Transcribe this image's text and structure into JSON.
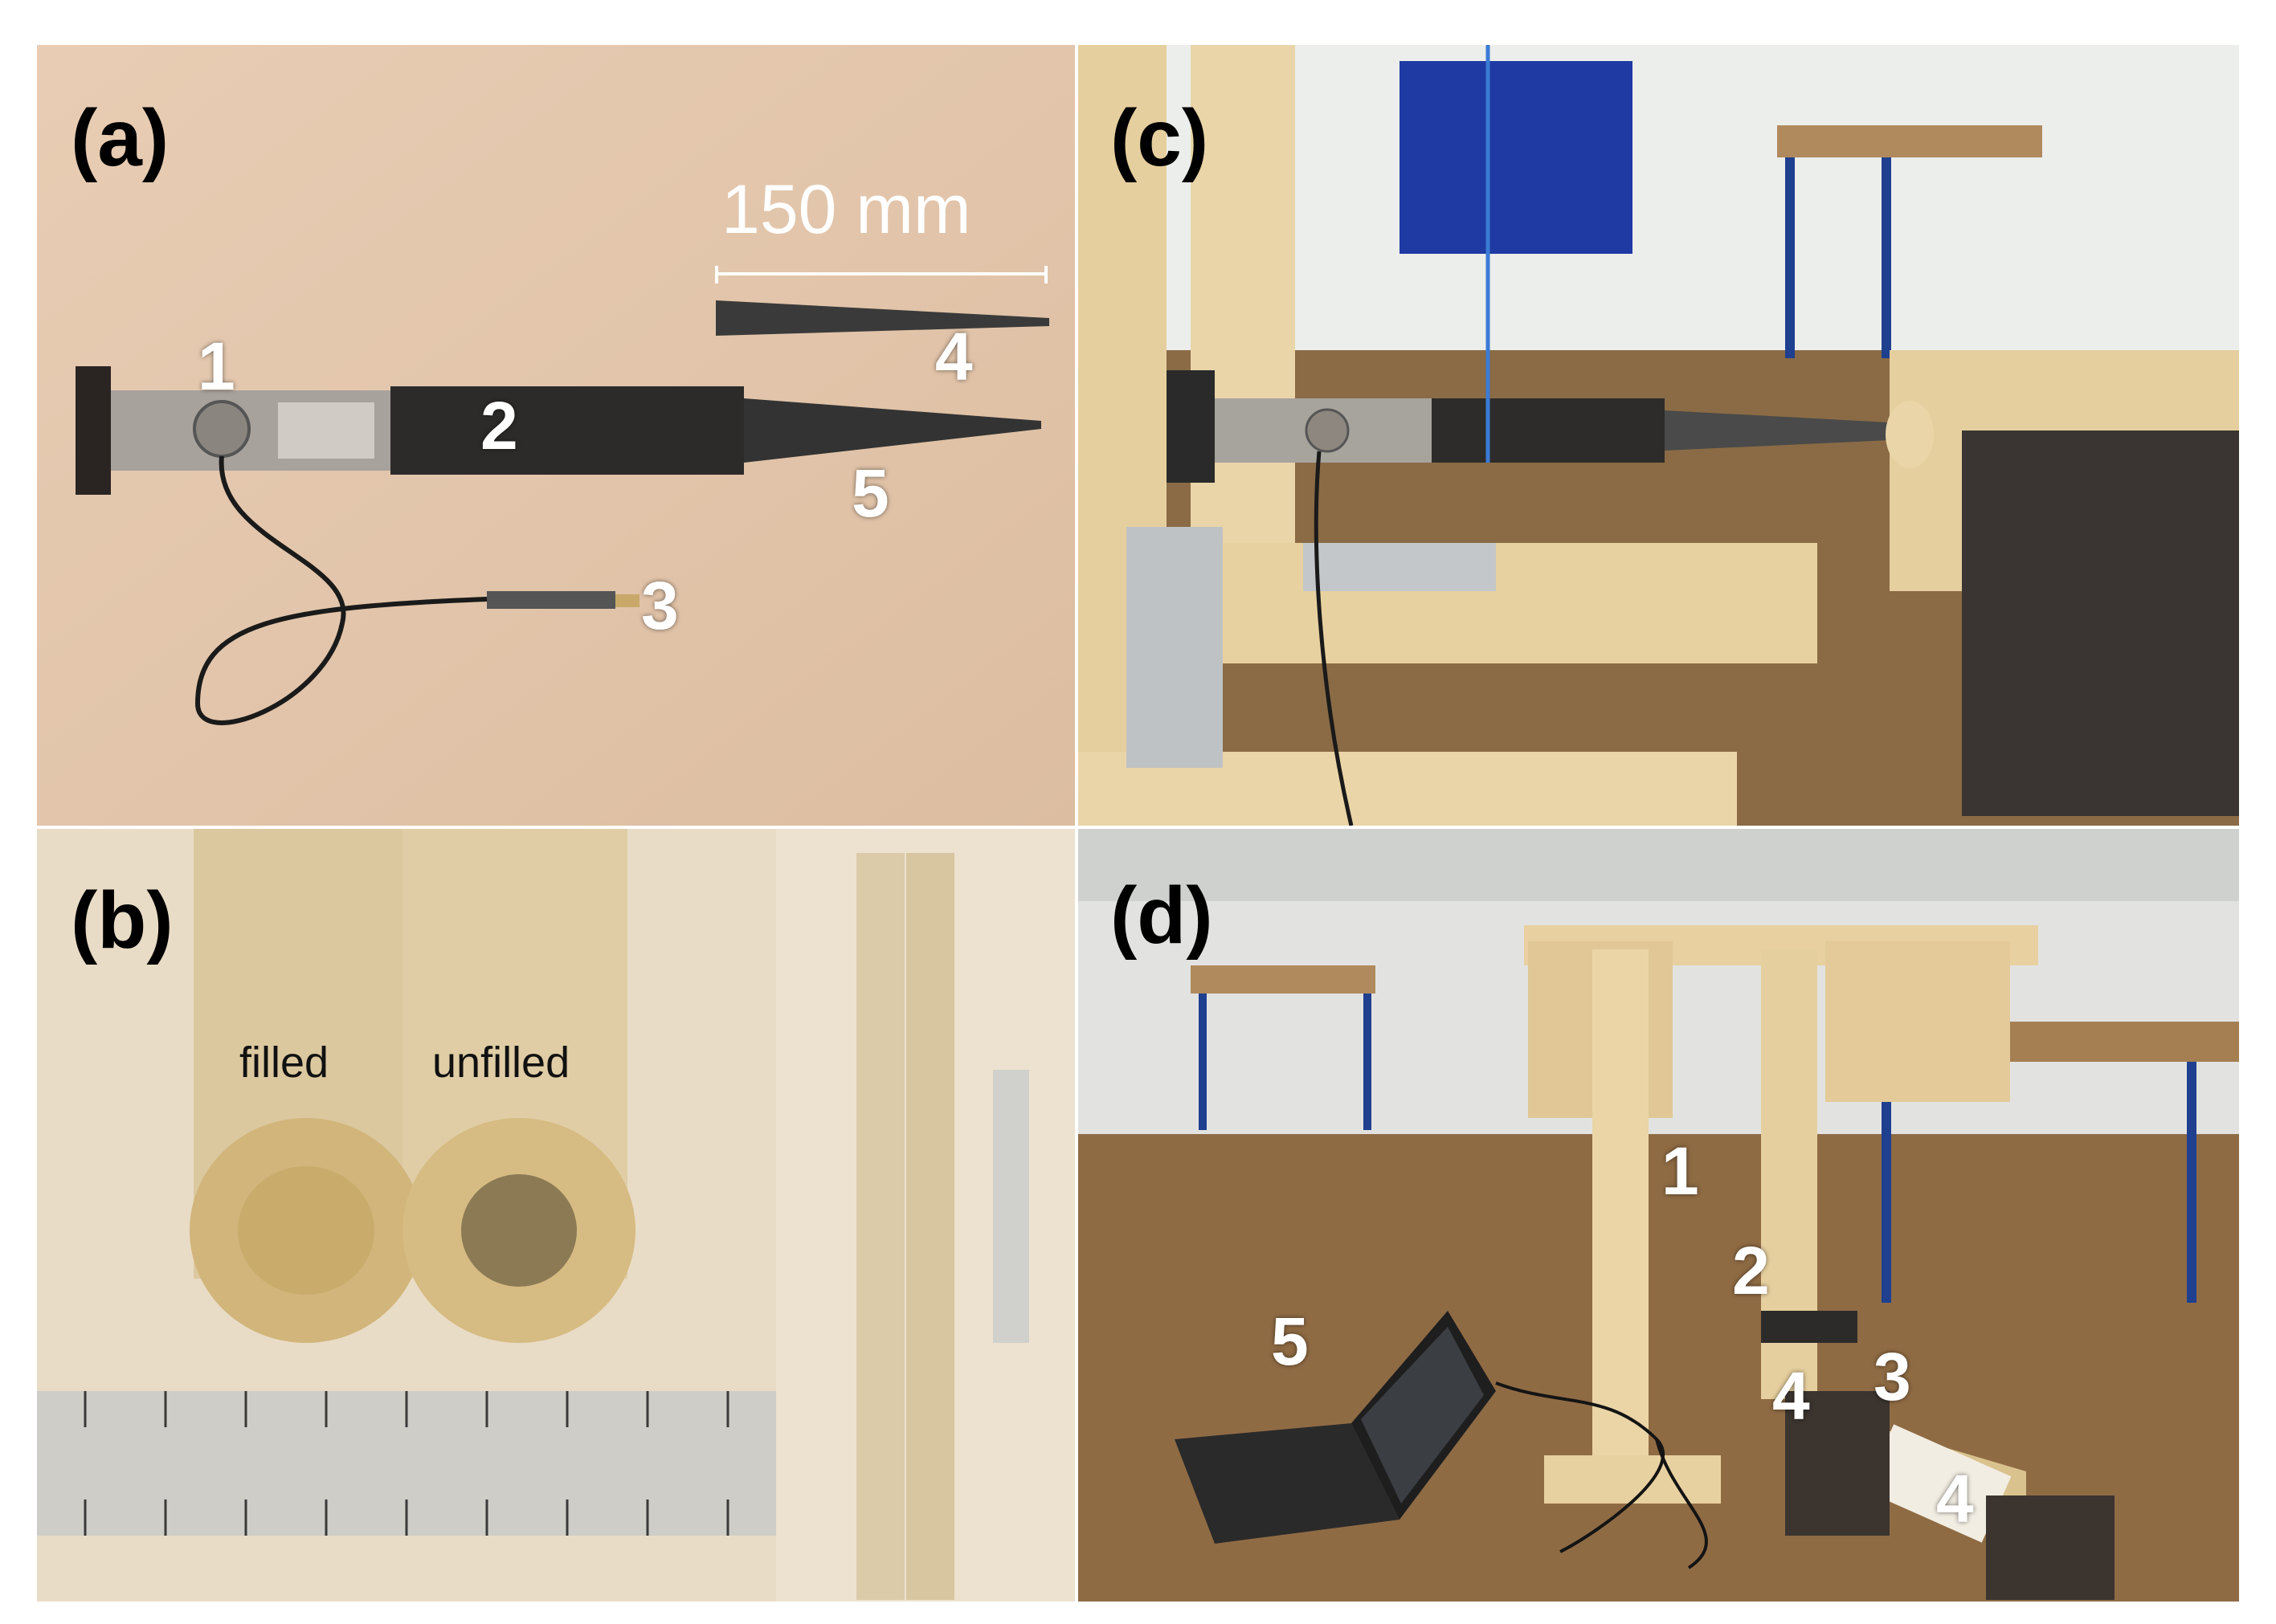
{
  "figure": {
    "panels": [
      {
        "id": "a",
        "label": "(a)",
        "scale_text": "150 mm",
        "numbers": [
          "1",
          "2",
          "3",
          "4",
          "5"
        ]
      },
      {
        "id": "b",
        "label": "(b)",
        "words": [
          "filled",
          "unfilled"
        ]
      },
      {
        "id": "c",
        "label": "(c)"
      },
      {
        "id": "d",
        "label": "(d)",
        "numbers": [
          "1",
          "2",
          "3",
          "4",
          "4",
          "5"
        ]
      }
    ]
  },
  "colors": {
    "background": "#ffffff",
    "label_dark": "#000000",
    "label_light": "#ffffff",
    "table_wood": "#e3c7ad",
    "pine": "#e6cf9e",
    "steel": "#2c2c2c",
    "frame_blue": "#1f3f8f"
  }
}
